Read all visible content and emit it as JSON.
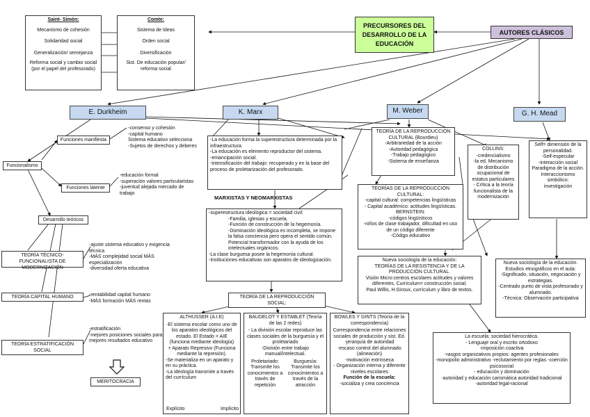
{
  "title": "PRECURSORES DEL DESARROLLO DE LA EDUCACIÓN",
  "autores": "AUTORES CLÁSICOS",
  "saint_simon": {
    "header": "Saint- Simón:",
    "items": [
      "Mecanismo de cohesión",
      "Solidaridad social",
      "Generalización/ semejanza",
      "Reforma social y cambio social (por el papel del profesorado)"
    ]
  },
  "comte": {
    "header": "Comte:",
    "items": [
      "Sistema de Ideas",
      "Orden social",
      "Diversificación",
      "Sist. De educación popular/ reforma social"
    ]
  },
  "authors": {
    "durkheim": "E. Durkheim",
    "marx": "K. Marx",
    "weber": "M. Weber",
    "mead": "G. H. Mead"
  },
  "durkheim": {
    "funcionalismo": "Funcionalismo",
    "manifiesta_label": "Funciones manifiesta",
    "manifiesta_items": [
      "-consenso y cohesión",
      "-capital humano",
      "Sistema educativo selecciona",
      "-Sujetos de derechos y deberes"
    ],
    "latente_label": "Funciones latente",
    "latente_items": [
      "-educación formal",
      "-superación valores particularistas",
      "-juventud alejada mercado de trabajo"
    ],
    "desarrollo": "Desarrollo teóricos",
    "tecnico_label": "TEORÍA TÉCNICO-FUNCIONALISTA DE MODERNIZACIÓN",
    "tecnico_items": [
      "-ajuste sistema educativo y exigencia técnica",
      "-MÁS complejidad social MÁS especialización",
      "-diversidad oferta educativa"
    ],
    "capital_label": "TEORÍA CAPITAL HUMANO",
    "capital_items": [
      "-rentabilidad capital humano",
      "-MÁS formación MÁS rentas"
    ],
    "estrat_label": "TEORÍA ESTRATIFICACIÓN SOCIAL",
    "estrat_items": [
      "-estratificación",
      "-mejores posiciones sociales para los mejores resultados educativo"
    ],
    "meritocracia": "MERITOCRACIA"
  },
  "marx": {
    "main_items": [
      "-La educación forma la superestructura determinada por la infraestructura.",
      "-La educación es elemento reproductor del sistema.",
      "-emancipación social.",
      "-intensificación del trabajo: recuperado y en la base del proceso de proletarización del profesorado."
    ],
    "marxistas": "MARXISTAS Y NEOMARXISTAS",
    "super_intro": "-superestructura ideológica = sociedad civil:",
    "super_sub": [
      "-Familia, iglesias y escuela.",
      "-Función de construcción de la hegemonía.",
      "-Dominación ideológica es incompleta, se impone la falsa conciencia pero opera el sentido común. Potencial transformador con la ayuda de los intelectuales orgánicos."
    ],
    "super_end": [
      "-La clase burguesa posee la hegemonía cultural.",
      "-Instituciones educativas son aparatos de ideologización."
    ],
    "teoria_repro": "TEORÍA DE LA REPRODUCCIÓN SOCIAL:",
    "althusser": {
      "title": "ALTHUSSER (A.I.E)",
      "items": [
        "-El sistema escolar como uno de los aparatos ideológicos del estado. El Estado = AIE (funciona mediante ideología)",
        "+ Aparato Represivo (Funciona mediante la represión).",
        "-Se materializa en un aparato y en su práctica.",
        "-La ideología transmite a través del currículum"
      ],
      "explicito": "Explícito",
      "implicito": "Implícito"
    },
    "baudelot": {
      "title": "BAUDELOT Y ESTABLET (Teoría de las 2 redes)",
      "items": [
        "- La división escolar reproduce las clases sociales de la burguesía y el proletariado",
        "-División entre trabajo manual/intelectual."
      ],
      "prole_title": "Proletariado:",
      "prole_text": "Transmite los conocimientos a través de repetición",
      "burg_title": "Burguesía:",
      "burg_text": "Transmite los conocimientos a través de la atracción"
    },
    "bowles": {
      "title": "BOWLES Y GINTS (Teoría de la correspondencia)",
      "items": [
        "Correspondencia entre relaciones sociales de producción y sist. Ed.",
        "-jerarquía de autoridad",
        "-escaso control del alumnado (alineación)",
        "-motivación extrínseca",
        "- Organización interna y diferente niveles escolares"
      ],
      "funcion": "Función de la escuela:",
      "end": "-socializa y crea conciencia"
    }
  },
  "weber": {
    "repro": {
      "items": [
        "TEORÍA DE LA REPRODUCCIÓN CULTURAL (Bourdieu)",
        "-Arbitrariedad de la acción",
        "-Autoridad pedagógica",
        "-Trabajo pedagógico",
        "-Sistema de enseñanza"
      ]
    },
    "collins": {
      "items": [
        "COLLINS:",
        "-credencialismo",
        "-la ed. Mecanismo de distribución ocupacional de estatus particulares",
        "- Crítica a la teoría funcionalista de la modernización"
      ]
    },
    "repro_cult": {
      "items": [
        "TEORÍAS DE LA REPRODUCCIÓN CULTURAL:",
        "-capital cultural: competencias lingüísticas",
        "- Capital académico: actitudes lingüísticas.",
        "BERNSTEIN:",
        "-códigos lingüísticos",
        "-niños de clase trabajador, dificultad en uso de un código diferente",
        "-Código educativo"
      ]
    },
    "nueva": {
      "items": [
        "Nueva sociología de la educación:",
        "TEORÍAS DE LA RESISTENCIA Y DE LA PRODUCCIÓN CULTURAL.",
        "Visión Micro:centros escolares actitudes y valores diferentes. Currículum= construcción social.",
        "Paul Willis, H.Giroux, currículum y libro de textos."
      ]
    },
    "escuela": {
      "items": [
        "La escuela: sociedad hierocrática.",
        "- Lenguaje oral y escrito ortodoxo",
        "-imposición coactiva",
        "-rasgos organizativos propios: agentes profesionales",
        "-monopolio administrativo -reclutamiento por reglas -coerción psicosocial",
        "- educación y dominación",
        "-autoridad y educación carismática autoridad tradicional",
        "-autoridad legal-racional"
      ]
    }
  },
  "mead": {
    "self": {
      "items": [
        "Self= dimensión de la personalidad.",
        "-Self-especular",
        "-interacción social",
        "Paradigma de la acción.",
        "Interaccionismo simbólico:",
        "investigación"
      ]
    },
    "nueva": {
      "items": [
        "Nueva sociología de la educación.",
        "Estudios etnográficos en el aula:",
        "-Significado, situación, negociación y estrategias.",
        "-Centrado punto de vista profesorado y alumnado.",
        "-Técnica: Observación participativa"
      ]
    }
  }
}
